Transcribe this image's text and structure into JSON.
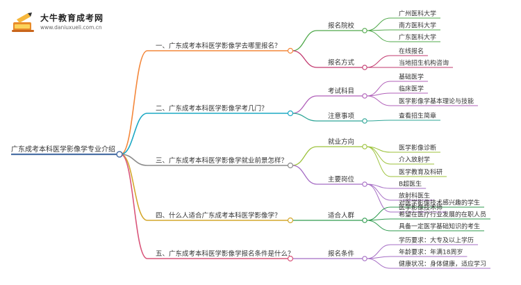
{
  "brand": {
    "name": "大牛教育成考网",
    "url": "www.daniuxueli.com.cn",
    "icon": "book-pencil-icon"
  },
  "mindmap": {
    "root": "广东成考本科医学影像学专业介绍",
    "branches": [
      {
        "label": "一、广东成考本科医学影像学去哪里报名？",
        "color": "#F4873A",
        "groups": [
          {
            "label": "报名院校",
            "color": "#4FA84A",
            "leaves": [
              "广州医科大学",
              "南方医科大学",
              "广东医科大学"
            ]
          },
          {
            "label": "报名方式",
            "color": "#C2386E",
            "leaves": [
              "在线报名",
              "当地招生机构咨询"
            ]
          }
        ]
      },
      {
        "label": "二、广东成考本科医学影像学考几门？",
        "color": "#1BA8C4",
        "groups": [
          {
            "label": "考试科目",
            "color": "#B05FB9",
            "leaves": [
              "基础医学",
              "临床医学",
              "医学影像学基本理论与技能"
            ]
          },
          {
            "label": "注意事项",
            "color": "#2DA596",
            "leaves": [
              "查看招生简章"
            ]
          }
        ]
      },
      {
        "label": "三、广东成考本科医学影像学就业前景怎样？",
        "color": "#8C8C8C",
        "groups": [
          {
            "label": "就业方向",
            "color": "#9CC23A",
            "leaves": [
              "医学影像诊断",
              "介入放射学",
              "医学教育及科研"
            ]
          },
          {
            "label": "主要岗位",
            "color": "#A56CC4",
            "leaves": [
              "B超医生",
              "放射科医生",
              "医学影像技术师"
            ]
          }
        ]
      },
      {
        "label": "四、什么人适合广东成考本科医学影像学？",
        "color": "#D4A72C",
        "groups": [
          {
            "label": "适合人群",
            "color": "#2E9B4E",
            "leaves": [
              "对医学影像技术感兴趣的学生",
              "希望在医疗行业发展的在职人员",
              "具备一定医学基础知识的考生"
            ]
          }
        ]
      },
      {
        "label": "五、广东成考本科医学影像学报名条件是什么？",
        "color": "#D9557A",
        "groups": [
          {
            "label": "报名条件",
            "color": "#A56CC4",
            "leaves": [
              "学历要求：大专及以上学历",
              "年龄要求：年满18周岁",
              "健康状况：身体健康，适应学习"
            ]
          }
        ]
      }
    ]
  }
}
